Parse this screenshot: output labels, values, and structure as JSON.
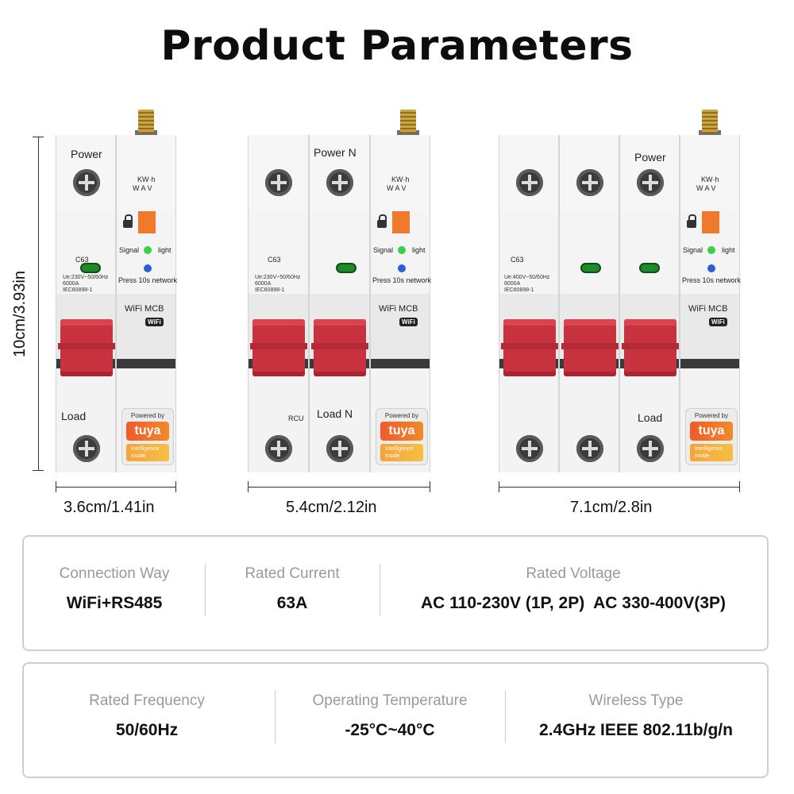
{
  "title": "Product Parameters",
  "device_labels": {
    "power": "Power",
    "power_n": "Power  N",
    "load": "Load",
    "load_n": "Load  N",
    "kwh": "KW·h",
    "wav": "W  A  V",
    "signal": "Signal",
    "light": "light",
    "press": "Press 10s network",
    "c63": "C63",
    "spec_1p": "Ue:230V~50/60Hz\n6000A\nIEC60898-1",
    "spec_3p": "Ue:400V~50/60Hz\n6000A\nIEC60898-1",
    "wifi_mcb": "WiFi  MCB",
    "wifi_badge": "WiFi",
    "powered_by": "Powered by",
    "tuya": "tuya",
    "intelligence": "Intelligence\nInside",
    "rcu": "RCU"
  },
  "dimensions": {
    "height": "10cm/3.93in",
    "width_1p": "3.6cm/1.41in",
    "width_2p": "5.4cm/2.12in",
    "width_3p": "7.1cm/2.8in"
  },
  "specs_row1": [
    {
      "label": "Connection Way",
      "value": "WiFi+RS485"
    },
    {
      "label": "Rated Current",
      "value": "63A"
    },
    {
      "label": "Rated Voltage",
      "value": "AC 110-230V (1P, 2P)  AC 330-400V(3P)"
    }
  ],
  "specs_row2": [
    {
      "label": "Rated Frequency",
      "value": "50/60Hz"
    },
    {
      "label": "Operating Temperature",
      "value": "-25°C~40°C"
    },
    {
      "label": "Wireless Type",
      "value": "2.4GHz IEEE 802.11b/g/n"
    }
  ],
  "colors": {
    "lever": "#c8323f",
    "indicator_green": "#1e8a2a",
    "orange": "#f07a2b",
    "tuya_orange": "#f25a2a"
  }
}
